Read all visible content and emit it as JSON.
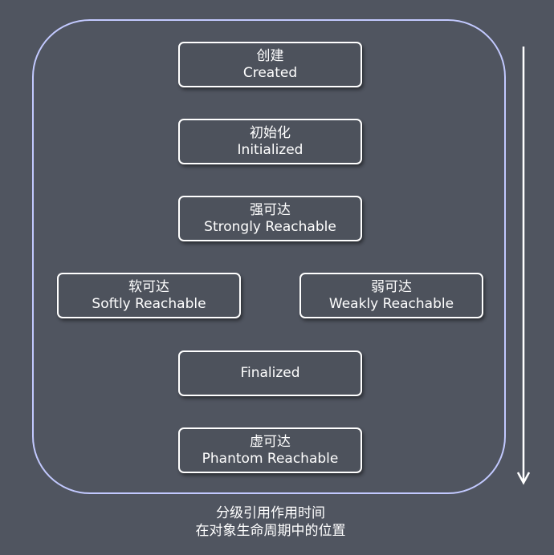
{
  "stages": {
    "created": {
      "zh": "创建",
      "en": "Created"
    },
    "initialized": {
      "zh": "初始化",
      "en": "Initialized"
    },
    "strongly": {
      "zh": "强可达",
      "en": "Strongly Reachable"
    },
    "softly": {
      "zh": "软可达",
      "en": "Softly Reachable"
    },
    "weakly": {
      "zh": "弱可达",
      "en": "Weakly Reachable"
    },
    "finalized": {
      "zh": "",
      "en": "Finalized"
    },
    "phantom": {
      "zh": "虚可达",
      "en": "Phantom Reachable"
    }
  },
  "caption": {
    "line1": "分级引用作用时间",
    "line2": "在对象生命周期中的位置"
  },
  "colors": {
    "background": "#505560",
    "frame_border": "#c2c9ff",
    "box_border": "#ffffff",
    "text": "#ffffff"
  },
  "icons": {
    "timeline_arrow": "arrow-down-icon"
  }
}
